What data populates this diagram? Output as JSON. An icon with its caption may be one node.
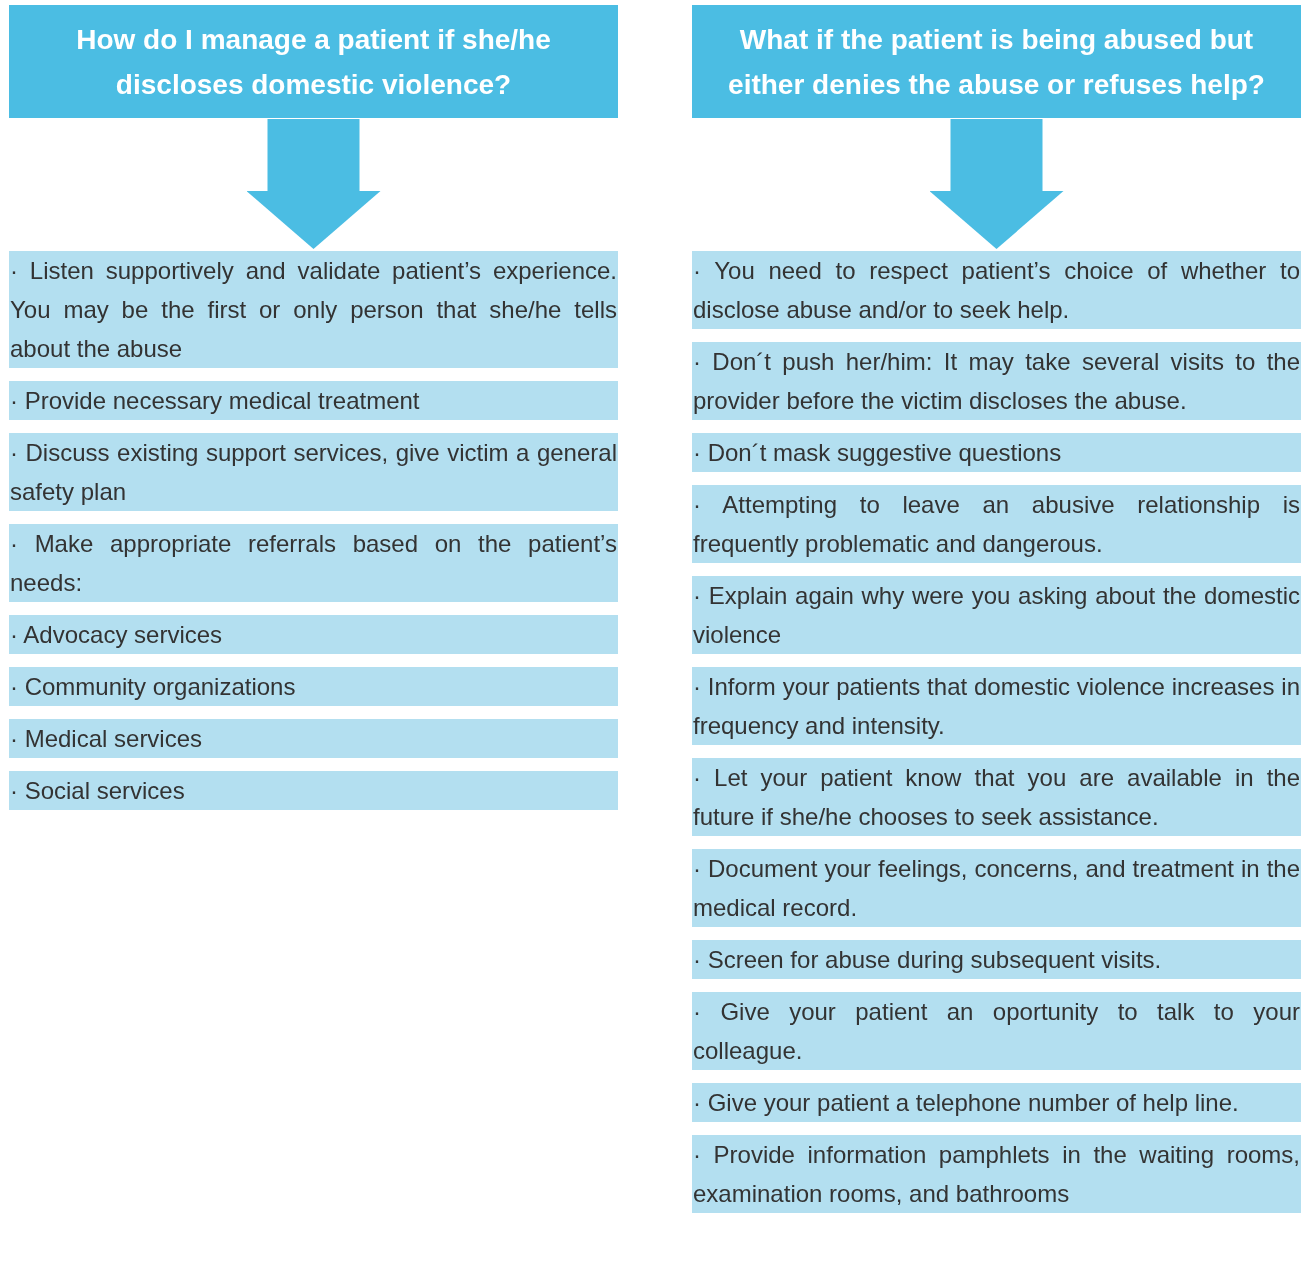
{
  "diagram": {
    "nodes": [
      {
        "text": [
          "How do I manage a patient if she/he discloses domestic violence?"
        ]
      },
      {
        "text": [
          "· Listen supportively and validate patient’s experience. You may be the first or only person that she/he tells about the abuse"
        ]
      },
      {
        "text": [
          "· Provide necessary medical treatment"
        ]
      },
      {
        "text": [
          "· Discuss existing support services, give victim a general safety plan"
        ]
      },
      {
        "text": [
          "· Make appropriate referrals based on the patient’s needs:"
        ]
      },
      {
        "text": [
          "· Advocacy services"
        ]
      },
      {
        "text": [
          "· Community organizations"
        ]
      },
      {
        "text": [
          "· Medical services"
        ]
      },
      {
        "text": [
          "· Social services"
        ]
      },
      {
        "text": [
          "What if the patient is being abused but either denies the abuse or refuses help?"
        ]
      },
      {
        "text": [
          "· You need to respect patient’s choice of whether to disclose abuse and/or to seek help."
        ]
      },
      {
        "text": [
          "· Don´t push her/him: It may take several visits to the provider before the victim discloses the abuse."
        ]
      },
      {
        "text": [
          "· Don´t mask suggestive questions"
        ]
      },
      {
        "text": [
          "· Attempting to leave an abusive relationship is frequently problematic and dangerous."
        ]
      },
      {
        "text": [
          "· Explain again why were you asking about the domestic violence"
        ]
      },
      {
        "text": [
          "· Inform your patients that domestic violence increases in frequency and intensity."
        ]
      },
      {
        "text": [
          "· Let your patient know that you are available in the future if she/he chooses to seek assistance."
        ]
      },
      {
        "text": [
          "· Document your feelings, concerns, and treatment in the medical record."
        ]
      },
      {
        "text": [
          "· Screen for abuse during subsequent visits."
        ]
      },
      {
        "text": [
          "· Give your patient an oportunity to talk to your colleague."
        ]
      },
      {
        "text": [
          "· Give your patient a telephone number of help line."
        ]
      },
      {
        "text": [
          "· Provide information pamphlets in the waiting rooms, examination rooms, and bathrooms"
        ]
      }
    ],
    "edges": [
      {
        "from": 0,
        "to": 1,
        "arrow": "to"
      },
      {
        "from": 9,
        "to": 10,
        "arrow": "to"
      }
    ]
  }
}
